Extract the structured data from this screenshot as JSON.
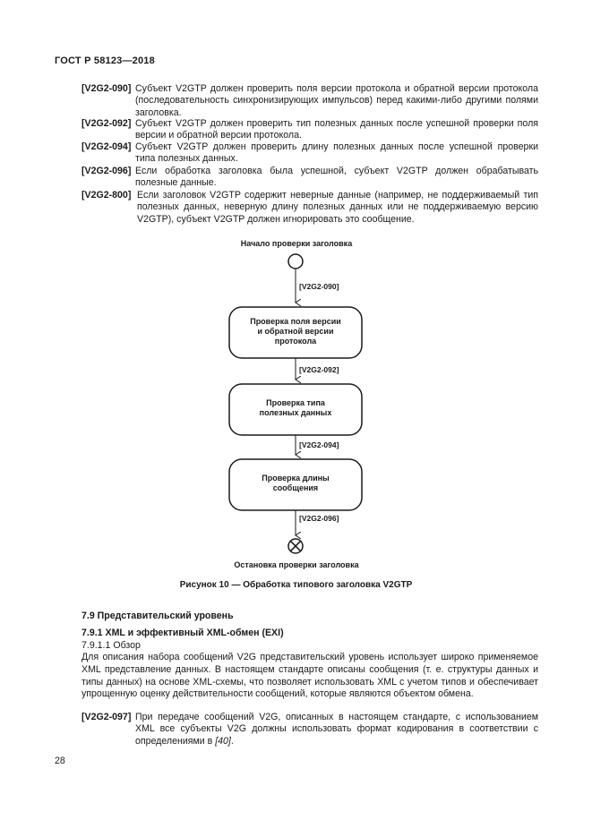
{
  "header": {
    "standard": "ГОСТ Р 58123—2018"
  },
  "requirements": [
    {
      "id": "[V2G2-090]",
      "text": "Субъект V2GTP должен проверить поля версии протокола и обратной версии протокола (последовательность синхронизирующих импульсов) перед какими-либо другими полями заголовка."
    },
    {
      "id": "[V2G2-092]",
      "text": "Субъект V2GTP должен проверить тип полезных данных после успешной проверки поля версии и обратной версии протокола."
    },
    {
      "id": "[V2G2-094]",
      "text": "Субъект V2GTP должен проверить длину полезных данных после успешной проверки типа полезных данных."
    },
    {
      "id": "[V2G2-096]",
      "text": "Если обработка заголовка была успешной, субъект V2GTP должен обрабатывать полезные данные."
    },
    {
      "id": "[V2G2-800]",
      "text": "Если заголовок V2GTP содержит неверные данные (например, не поддерживаемый тип полезных данных, неверную длину полезных данных или не поддерживаемую версию V2GTP), субъект V2GTP должен игнорировать это сообщение."
    }
  ],
  "diagram": {
    "start_label": "Начало проверки заголовка",
    "end_label": "Остановка проверки заголовка",
    "steps": [
      {
        "line1": "Проверка поля версии",
        "line2": "и обратной версии",
        "line3": "протокола"
      },
      {
        "line1": "Проверка типа",
        "line2": "полезных данных"
      },
      {
        "line1": "Проверка длины",
        "line2": "сообщения"
      }
    ],
    "guards": [
      "[V2G2-090]",
      "[V2G2-092]",
      "[V2G2-094]",
      "[V2G2-096]"
    ],
    "caption": "Рисунок 10 — Обработка типового заголовка V2GTP"
  },
  "section": {
    "title": "7.9 Представительский уровень",
    "subsection_title": "7.9.1 XML и эффективный XML-обмен (EXI)",
    "subsubsection_title": "7.9.1.1 Обзор",
    "paragraph": "Для описания набора сообщений V2G представительский уровень использует широко применяемое XML представление данных. В настоящем стандарте описаны сообщения (т. е. структуры данных и типы данных) на основе XML-схемы, что позволяет использовать XML с учетом типов и обеспечивает упрощенную оценку действительности сообщений, которые являются объектом обмена.",
    "req_id": "[V2G2-097]",
    "req_text_main": "При передаче сообщений V2G, описанных в настоящем стандарте, с использованием XML все субъекты V2G должны использовать формат кодирования в соответствии с определениями в ",
    "req_ref": "[40]",
    "req_end": "."
  },
  "page_number": "28"
}
